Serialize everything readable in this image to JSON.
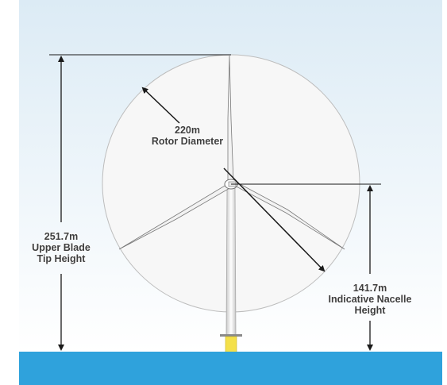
{
  "annotations": {
    "rotor_diameter": {
      "value": "220m",
      "caption": "Rotor Diameter"
    },
    "tip_height": {
      "value": "251.7m",
      "line1": "Upper Blade",
      "line2": "Tip Height"
    },
    "nacelle_height": {
      "value": "141.7m",
      "line1": "Indicative Nacelle",
      "line2": "Height"
    }
  },
  "colors": {
    "sky_top": "#dcebf5",
    "sky_bottom": "#ffffff",
    "sea": "#2fa2dc",
    "rotor_disc": "#f7f7f7",
    "rotor_outline": "#bdbdbd",
    "dimension_line": "#1a1a1a",
    "transition_piece": "#f4e04a"
  }
}
